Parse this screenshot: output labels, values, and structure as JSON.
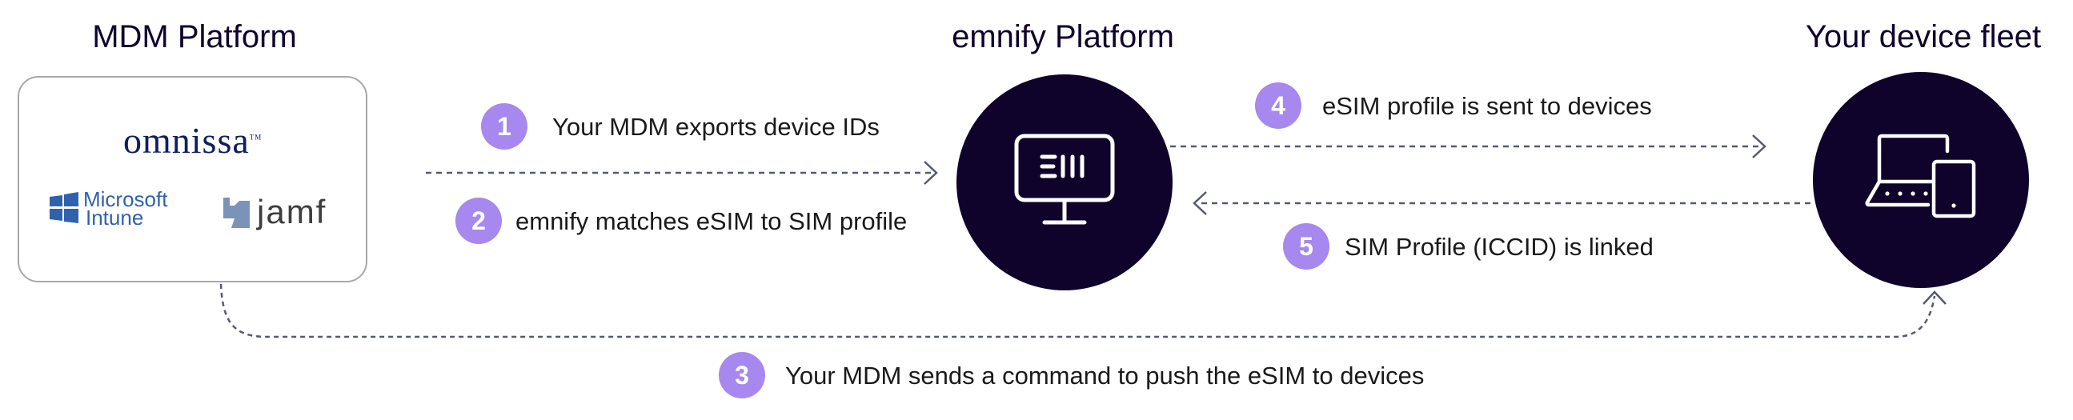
{
  "titles": {
    "mdm": "MDM Platform",
    "emnify": "emnify Platform",
    "fleet": "Your device fleet"
  },
  "logos": {
    "omnissa": "omnissa",
    "omnissa_tm": "TM",
    "microsoft_line1": "Microsoft",
    "microsoft_line2": "Intune",
    "jamf": "jamf"
  },
  "steps": [
    {
      "number": "1",
      "text": "Your MDM exports device IDs"
    },
    {
      "number": "2",
      "text": "emnify matches eSIM to SIM profile"
    },
    {
      "number": "3",
      "text": "Your MDM sends a command to push the eSIM to devices"
    },
    {
      "number": "4",
      "text": "eSIM profile is sent to devices"
    },
    {
      "number": "5",
      "text": "SIM Profile (ICCID) is linked"
    }
  ],
  "colors": {
    "badge": "#a688ee",
    "node": "#10032b",
    "line": "#555a6e",
    "microsoft": "#2f62ad",
    "omnissa": "#0f1f5c",
    "jamf": "#3d3d3d"
  }
}
